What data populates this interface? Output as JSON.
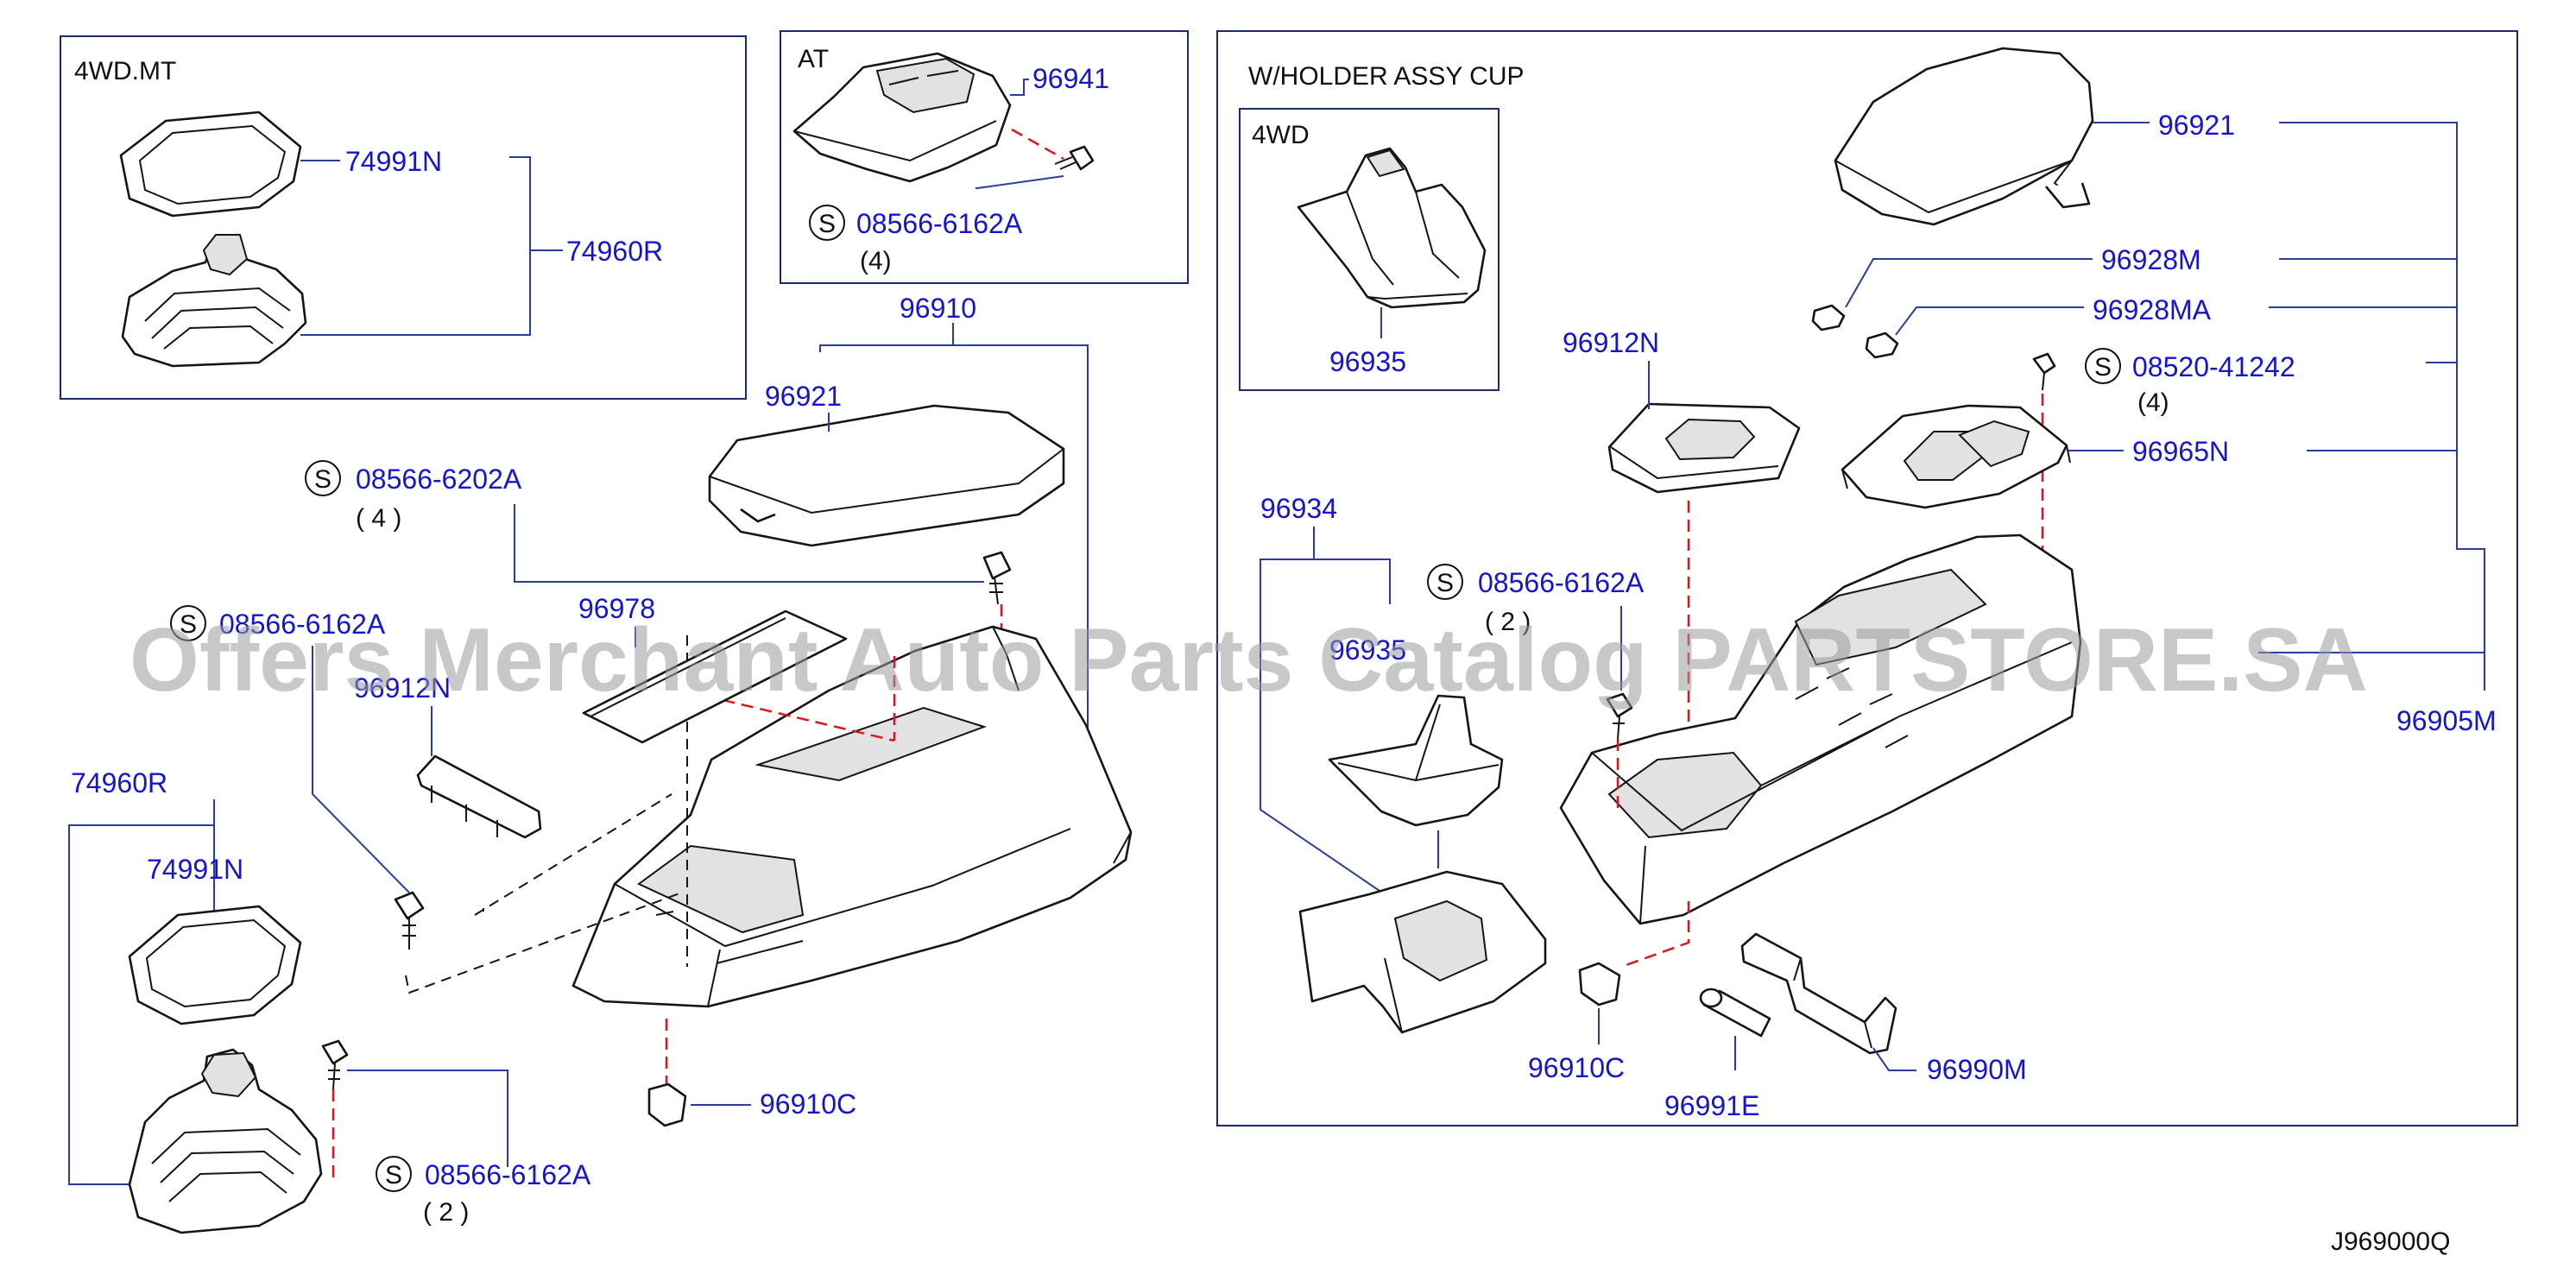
{
  "frames": {
    "mt": "4WD.MT",
    "at": "AT",
    "cup": "W/HOLDER  ASSY  CUP",
    "cup_4wd": "4WD"
  },
  "parts": {
    "p74991n_top": "74991N",
    "p74960r_top": "74960R",
    "p96941": "96941",
    "s08566_6162a_at": "08566-6162A",
    "qty_at": "(4)",
    "p96910": "96910",
    "p96921_left": "96921",
    "s08566_6202a": "08566-6202A",
    "qty_6202a": "( 4 )",
    "s08566_6162a_left": "08566-6162A",
    "p96978": "96978",
    "p96912n_left": "96912N",
    "p74960r_left": "74960R",
    "p74991n_left": "74991N",
    "p96910c_left": "96910C",
    "s08566_6162a_bottom": "08566-6162A",
    "qty_bottom": "( 2 )",
    "p96935_4wd": "96935",
    "p96921_right": "96921",
    "p96928m": "96928M",
    "p96928ma": "96928MA",
    "s08520_41242": "08520-41242",
    "qty_41242": "(4)",
    "p96965n": "96965N",
    "p96912n_right": "96912N",
    "p96934": "96934",
    "s08566_6162a_right": "08566-6162A",
    "qty_right": "( 2 )",
    "p96935_right": "96935",
    "p96905m": "96905M",
    "p96910c_right": "96910C",
    "p96991e": "96991E",
    "p96990m": "96990M"
  },
  "s_symbol": "S",
  "diagram_code": "J969000Q",
  "watermark": "Offers Merchant Auto Parts Catalog PARTSTORE.SA",
  "colors": {
    "label": "#1414d2",
    "frame": "#1a2a6a",
    "leader": "#2a3ca0",
    "dashed_guide": "#e0141e",
    "watermark": "#9a9a9a"
  }
}
